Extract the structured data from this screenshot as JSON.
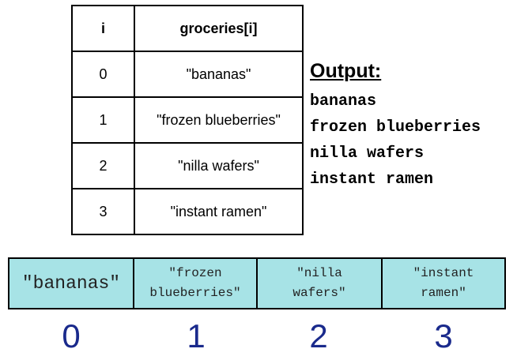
{
  "table": {
    "headers": [
      "i",
      "groceries[i]"
    ],
    "rows": [
      {
        "i": "0",
        "value": "\"bananas\""
      },
      {
        "i": "1",
        "value": "\"frozen blueberries\""
      },
      {
        "i": "2",
        "value": "\"nilla wafers\""
      },
      {
        "i": "3",
        "value": "\"instant ramen\""
      }
    ]
  },
  "output": {
    "title": "Output:",
    "lines": [
      "bananas",
      "frozen blueberries",
      "nilla wafers",
      "instant ramen"
    ]
  },
  "array": {
    "cells": [
      "\"bananas\"",
      "\"frozen\nblueberries\"",
      "\"nilla\nwafers\"",
      "\"instant\nramen\""
    ],
    "indices": [
      "0",
      "1",
      "2",
      "3"
    ]
  },
  "colors": {
    "array_fill": "#a7e3e6",
    "index_color": "#1a2a8c"
  }
}
